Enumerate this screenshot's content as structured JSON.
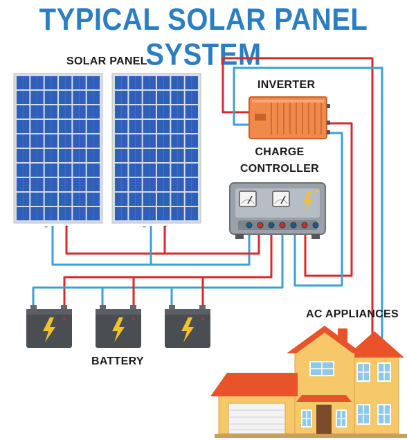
{
  "title": "TYPICAL SOLAR PANEL SYSTEM",
  "labels": {
    "solar_panel": "SOLAR PANEL",
    "inverter": "INVERTER",
    "charge_controller_line1": "CHARGE",
    "charge_controller_line2": "CONTROLLER",
    "ac_appliances": "AC APPLIANCES",
    "battery": "BATTERY"
  },
  "terminal_marks": {
    "negative": "–",
    "positive": "+"
  },
  "colors": {
    "title": "#2c7ec2",
    "panel_cell": "#2f5fb8",
    "panel_frame": "#d9dde3",
    "wire_positive": "#d8282c",
    "wire_negative": "#3aa0d8",
    "inverter_body": "#f08a4b",
    "controller_body": "#8d949c",
    "battery_body": "#4a4d52",
    "bolt": "#f2c12e",
    "house_wall": "#f6c86a",
    "house_roof": "#e8532a"
  }
}
